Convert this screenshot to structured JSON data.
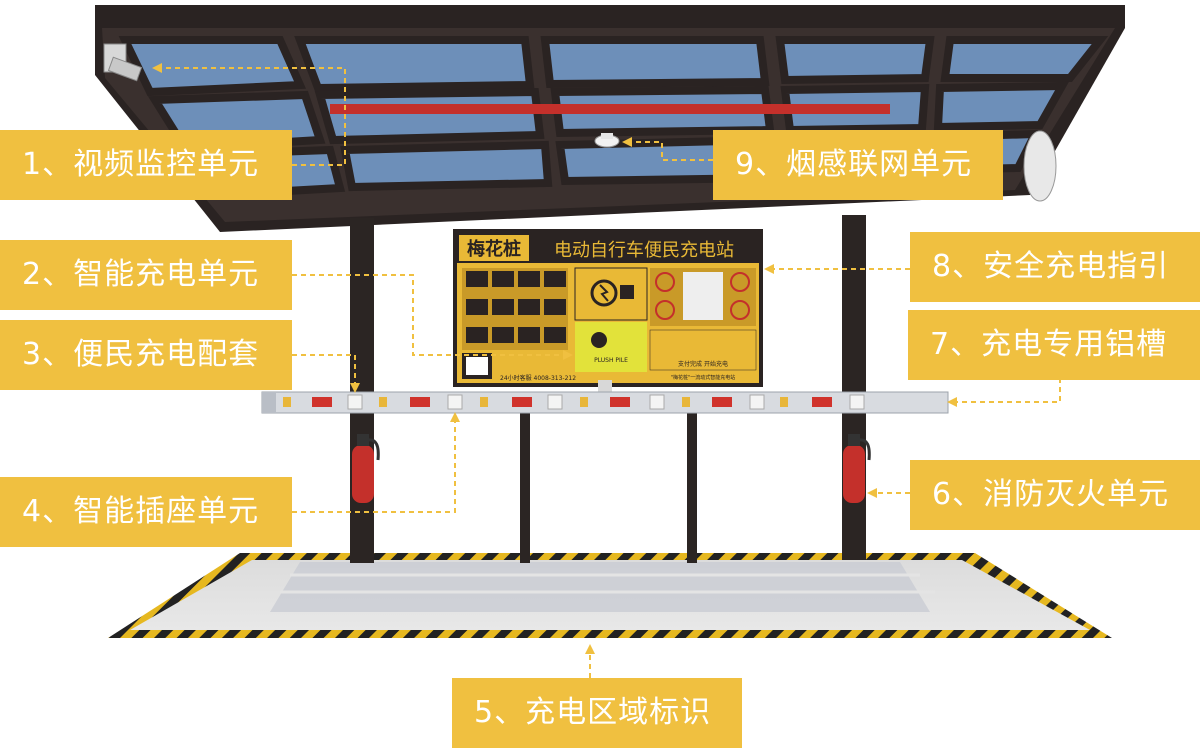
{
  "labels": {
    "l1": "1、视频监控单元",
    "l2": "2、智能充电单元",
    "l3": "3、便民充电配套",
    "l4": "4、智能插座单元",
    "l5": "5、充电区域标识",
    "l6": "6、消防灭火单元",
    "l7": "7、充电专用铝槽",
    "l8": "8、安全充电指引",
    "l9": "9、烟感联网单元"
  },
  "sign": {
    "brand": "梅花桩",
    "title": "电动自行车便民充电站",
    "hotline": "24小时客服 4008-313-212",
    "footer": "\"梅花桩\"一流动式智能充电站",
    "plush": "PLUSH PILE",
    "pay": "支付完成   开始充电"
  },
  "colors": {
    "label_bg": "#f0c040",
    "dashed_line": "#f0c040",
    "canopy_frame": "#2a2322",
    "glass": "#6d8fb9",
    "sign_bg": "#e9b936",
    "hazard_stripe": "#e6b820"
  }
}
